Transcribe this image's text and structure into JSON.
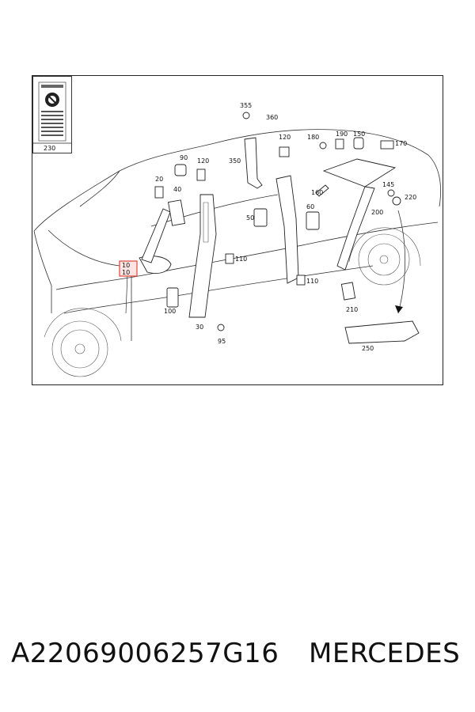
{
  "diagram": {
    "highlight_color": "#e0453b",
    "highlighted_label": "10",
    "highlighted_label_top": "10",
    "inset_label": "230",
    "labels": {
      "l355": "355",
      "l360": "360",
      "l180": "180",
      "l190": "190",
      "l150": "150",
      "l170": "170",
      "l90": "90",
      "l120a": "120",
      "l120b": "120",
      "l350": "350",
      "l20": "20",
      "l40": "40",
      "l160": "160",
      "l145": "145",
      "l220": "220",
      "l200": "200",
      "l50": "50",
      "l60": "60",
      "l110a": "110",
      "l110b": "110",
      "l100": "100",
      "l30": "30",
      "l95": "95",
      "l210": "210",
      "l250": "250"
    }
  },
  "footer": {
    "part_number": "A22069006257G16",
    "brand": "MERCEDES"
  }
}
